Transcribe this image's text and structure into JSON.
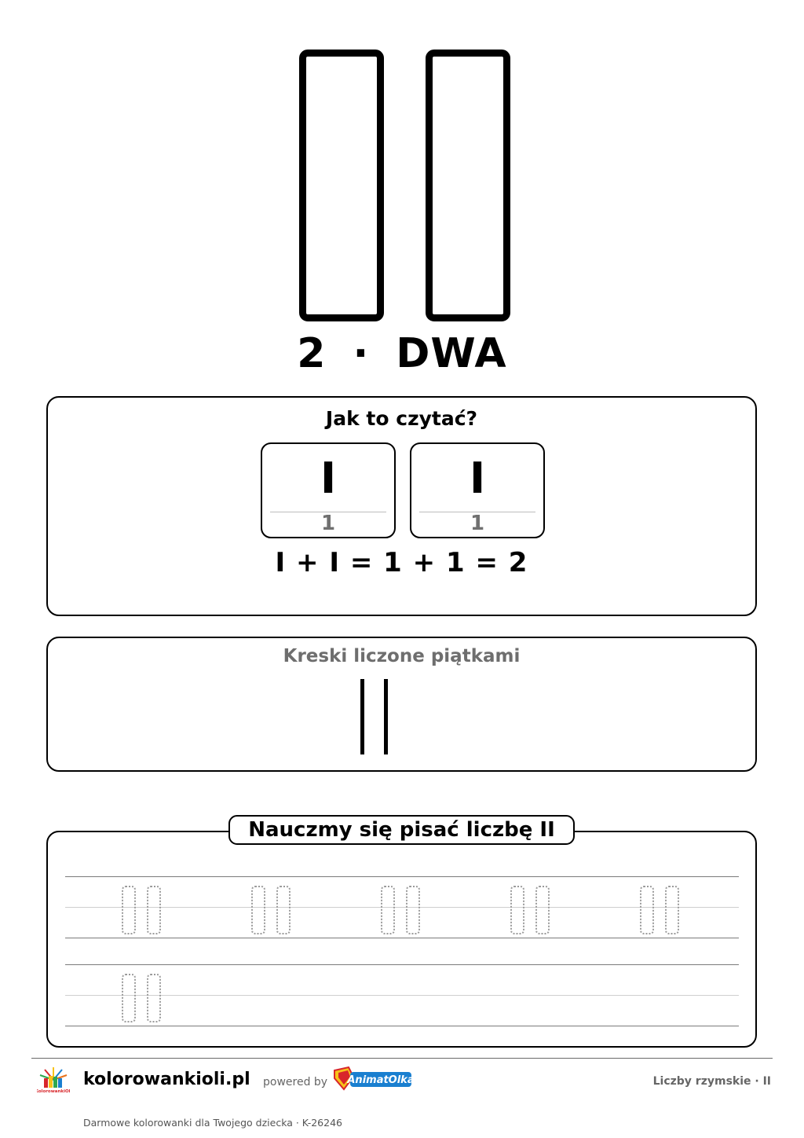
{
  "hero": {
    "numeral": "II",
    "number": "2",
    "separator": "·",
    "word": "DWA"
  },
  "read_panel": {
    "heading": "Jak to czytać?",
    "cards": [
      {
        "numeral": "I",
        "value": "1"
      },
      {
        "numeral": "I",
        "value": "1"
      }
    ],
    "equation": "I + I = 1 + 1 = 2"
  },
  "tally_panel": {
    "heading": "Kreski liczone piątkami",
    "tally_count": 2
  },
  "write_panel": {
    "title": "Nauczmy się pisać liczbę II",
    "trace_numeral": "II",
    "rows": [
      {
        "trace_count": 5
      },
      {
        "trace_count": 1
      }
    ]
  },
  "footer": {
    "site_name": "kolorowankioli.pl",
    "powered_by": "powered by",
    "partner_logo": "AnimatOlka",
    "series": "Liczby rzymskie  ·  II",
    "tagline": "Darmowe kolorowanki dla Twojego dziecka  ·  K-26246"
  },
  "colors": {
    "ink": "#000000",
    "muted_text": "#6e6e6e",
    "trace_dots": "#9a9a9a",
    "logo_blue": "#1a7fd0",
    "logo_red": "#d8262b",
    "logo_yellow": "#f7c21a"
  }
}
